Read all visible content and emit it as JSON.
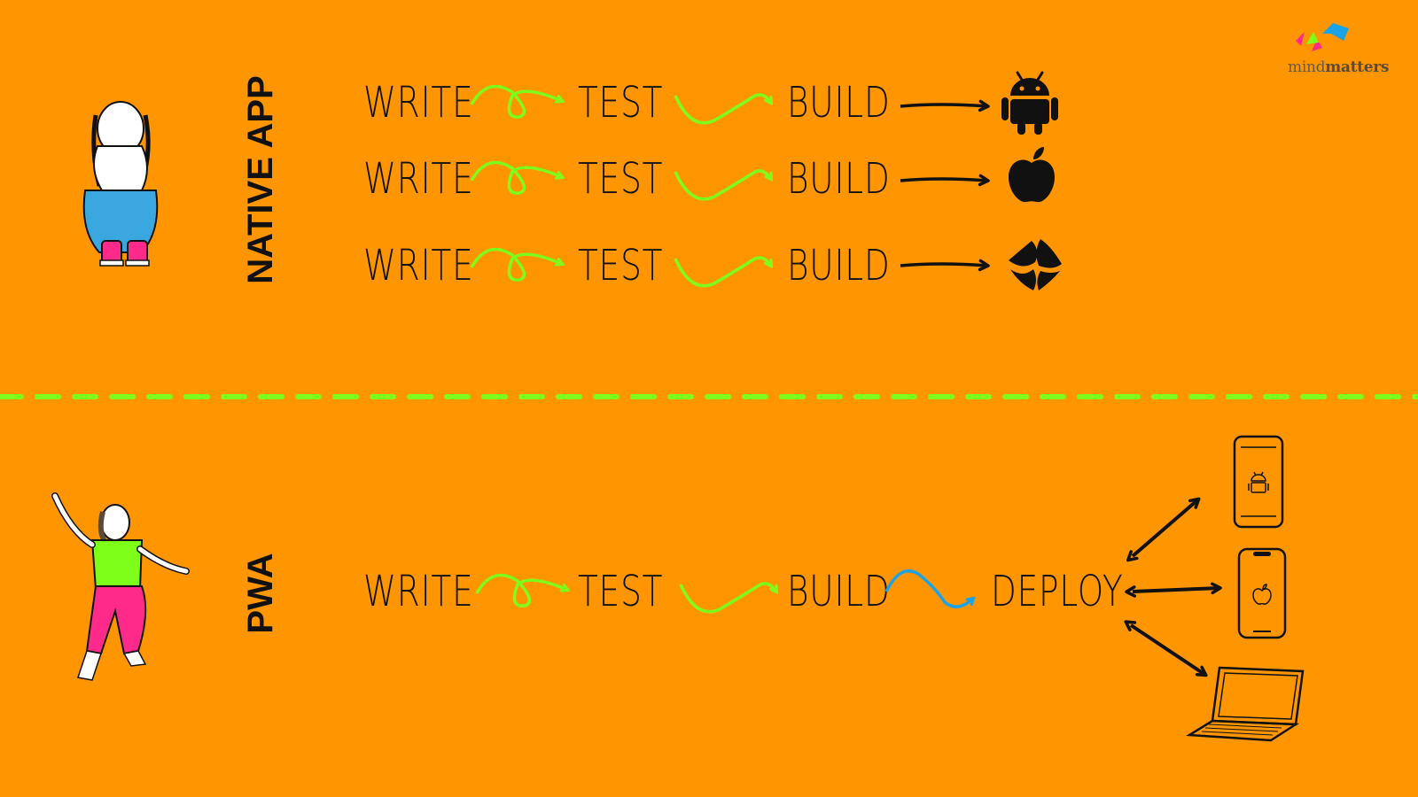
{
  "sections": {
    "native_label": "NATIVE APP",
    "pwa_label": "PWA"
  },
  "native_rows": [
    {
      "steps": [
        "WRITE",
        "TEST",
        "BUILD"
      ],
      "platform": "android-icon"
    },
    {
      "steps": [
        "WRITE",
        "TEST",
        "BUILD"
      ],
      "platform": "apple-icon"
    },
    {
      "steps": [
        "WRITE",
        "TEST",
        "BUILD"
      ],
      "platform": "windows-icon"
    }
  ],
  "pwa_row": {
    "steps": [
      "WRITE",
      "TEST",
      "BUILD",
      "DEPLOY"
    ],
    "targets": [
      "android-phone-icon",
      "iphone-icon",
      "laptop-icon"
    ]
  },
  "logo": {
    "bold": "mind",
    "rest": "matters"
  },
  "colors": {
    "background": "#ff9500",
    "arrow_green": "#7dff1a",
    "arrow_blue": "#1aa3e8",
    "divider": "#7dff1a",
    "ink": "#111111"
  }
}
